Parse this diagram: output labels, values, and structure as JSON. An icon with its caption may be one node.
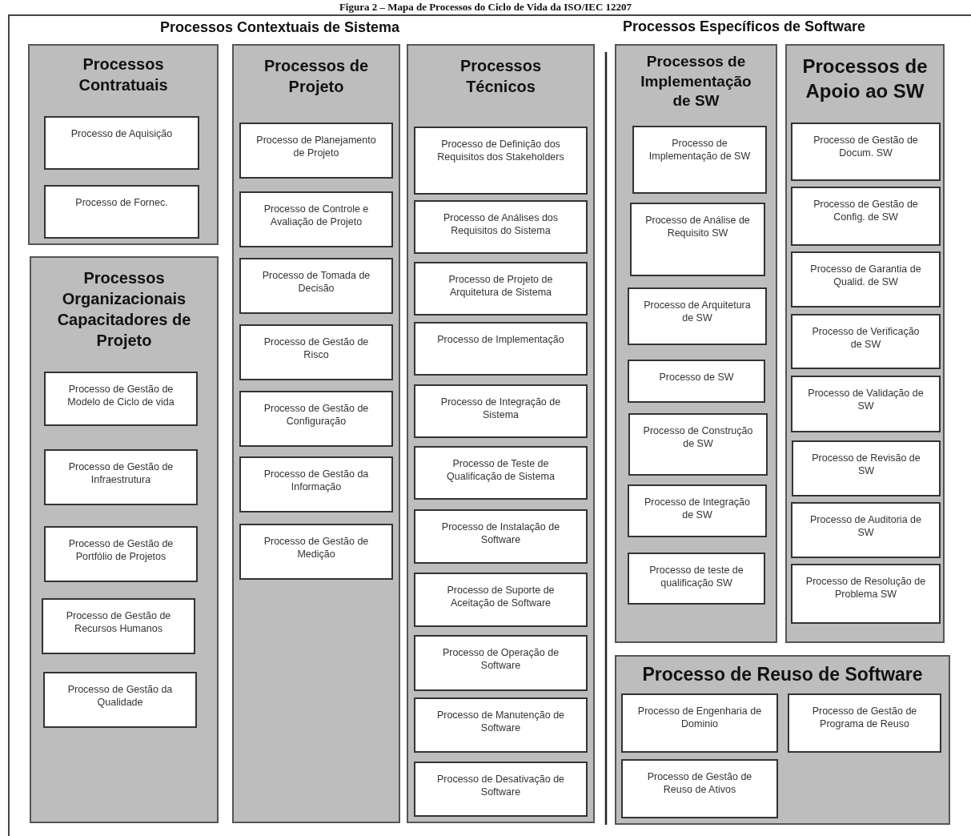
{
  "diagram": {
    "title": "Figura 2 – Mapa de Processos do Ciclo de Vida da ISO/IEC 12207",
    "nodes": [
      {
        "text": [
          "Processos Contratuais"
        ]
      },
      {
        "text": [
          "Processo de Aquisição"
        ],
        "in": 0
      },
      {
        "text": [
          "Processo de Fornec."
        ],
        "in": 0
      },
      {
        "text": [
          "Processos Organizacionais Capacitadores de Projeto"
        ]
      },
      {
        "text": [
          "Processo de Gestão de Modelo de Ciclo de vida"
        ],
        "in": 3
      },
      {
        "text": [
          "Processo de Gestão de Infraestrutura"
        ],
        "in": 3
      },
      {
        "text": [
          "Processo de Gestão de Portfólio de Projetos"
        ],
        "in": 3
      },
      {
        "text": [
          "Processo de Gestão de Recursos Humanos"
        ],
        "in": 3
      },
      {
        "text": [
          "Processo de Gestão da Qualidade"
        ],
        "in": 3
      },
      {
        "text": [
          "Processos de Projeto"
        ]
      },
      {
        "text": [
          "Processo de Planejamento de Projeto"
        ],
        "in": 9
      },
      {
        "text": [
          "Processo de Controle e Avaliação de Projeto"
        ],
        "in": 9
      },
      {
        "text": [
          "Processo de Tomada de Decisão"
        ],
        "in": 9
      },
      {
        "text": [
          "Processo de Gestão de Risco"
        ],
        "in": 9
      },
      {
        "text": [
          "Processo de Gestão de Configuração"
        ],
        "in": 9
      },
      {
        "text": [
          "Processo de Gestão da Informação"
        ],
        "in": 9
      },
      {
        "text": [
          "Processo de Gestão de Medição"
        ],
        "in": 9
      },
      {
        "text": [
          "Processos Técnicos"
        ]
      },
      {
        "text": [
          "Processo de Definição dos Requisitos dos Stakeholders"
        ],
        "in": 17
      },
      {
        "text": [
          "Processo de Análises dos Requisitos do Sistema"
        ],
        "in": 17
      },
      {
        "text": [
          "Processo de Projeto de Arquitetura de Sistema"
        ],
        "in": 17
      },
      {
        "text": [
          "Processo de Implementação"
        ],
        "in": 17
      },
      {
        "text": [
          "Processo de Integração de Sistema"
        ],
        "in": 17
      },
      {
        "text": [
          "Processo de Teste de Qualificação de Sistema"
        ],
        "in": 17
      },
      {
        "text": [
          "Processo de Instalação de Software"
        ],
        "in": 17
      },
      {
        "text": [
          "Processo de Suporte de Aceitação de Software"
        ],
        "in": 17
      },
      {
        "text": [
          "Processo de Operação de Software"
        ],
        "in": 17
      },
      {
        "text": [
          "Processo de Manutenção de Software"
        ],
        "in": 17
      },
      {
        "text": [
          "Processo de Desativação de Software"
        ],
        "in": 17
      },
      {
        "text": [
          "Processos de Implementação de SW"
        ]
      },
      {
        "text": [
          "Processo de Implementação de SW"
        ],
        "in": 29
      },
      {
        "text": [
          "Processo de Análise de Requisito SW"
        ],
        "in": 29
      },
      {
        "text": [
          "Processo de Arquitetura de SW"
        ],
        "in": 29
      },
      {
        "text": [
          "Processo de SW"
        ],
        "in": 29
      },
      {
        "text": [
          "Processo de Construção de SW"
        ],
        "in": 29
      },
      {
        "text": [
          "Processo de Integração de SW"
        ],
        "in": 29
      },
      {
        "text": [
          "Processo de teste de qualificação SW"
        ],
        "in": 29
      },
      {
        "text": [
          "Processos de Apoio ao SW"
        ]
      },
      {
        "text": [
          "Processo de Gestão de Docum. SW"
        ],
        "in": 37
      },
      {
        "text": [
          "Processo de Gestão de Config. de SW"
        ],
        "in": 37
      },
      {
        "text": [
          "Processo de Garantia de Qualid. de SW"
        ],
        "in": 37
      },
      {
        "text": [
          "Processo de Verificação de SW"
        ],
        "in": 37
      },
      {
        "text": [
          "Processo de Validação de SW"
        ],
        "in": 37
      },
      {
        "text": [
          "Processo de Revisão de SW"
        ],
        "in": 37
      },
      {
        "text": [
          "Processo de Auditoria de SW"
        ],
        "in": 37
      },
      {
        "text": [
          "Processo de Resolução de Problema SW"
        ],
        "in": 37
      },
      {
        "text": [
          "Processo de Reuso de Software"
        ]
      },
      {
        "text": [
          "Processo de Engenharia de Dominio"
        ],
        "in": 46
      },
      {
        "text": [
          "Processo de Gestão de Programa de Reuso"
        ],
        "in": 46
      },
      {
        "text": [
          "Processo de Gestão de Reuso de Ativos"
        ],
        "in": 46
      }
    ],
    "edges": [],
    "labels": [
      "Processos Contextuais de Sistema",
      "Processos Específicos de Software"
    ]
  }
}
